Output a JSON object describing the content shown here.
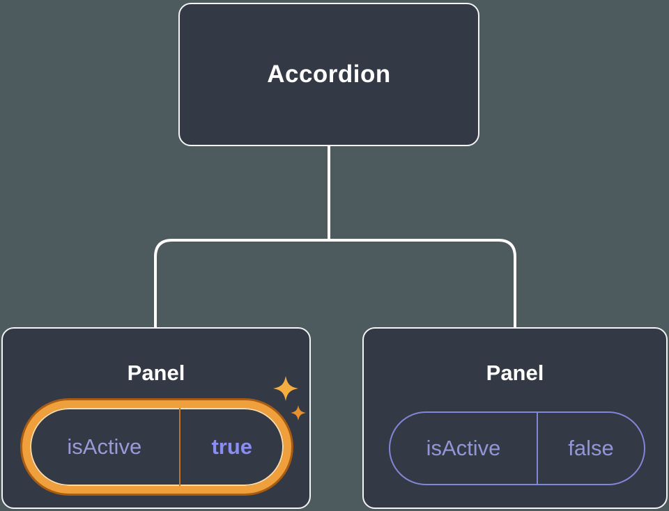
{
  "diagram": {
    "kind": "component-tree",
    "root": {
      "label": "Accordion"
    },
    "panels": [
      {
        "label": "Panel",
        "prop_name": "isActive",
        "prop_value": "true",
        "state": "active",
        "highlighted": true
      },
      {
        "label": "Panel",
        "prop_name": "isActive",
        "prop_value": "false",
        "state": "inactive",
        "highlighted": false
      }
    ]
  },
  "icons": {
    "sparkle_large": "four-point-star",
    "sparkle_small": "four-point-star"
  },
  "colors": {
    "background": "#4e5b5e",
    "node_fill": "#343a45",
    "node_border": "#f2f4f6",
    "connector": "#ffffff",
    "label_text": "#ffffff",
    "prop_name_text": "#9296d6",
    "active_value_text": "#8a8df2",
    "highlight_ring": "#efa03c",
    "highlight_ring_dark": "#a85c12",
    "highlight_ring_light": "#ffdba6",
    "highlight_divider": "#c0762a",
    "inactive_pill_border": "#8286d8",
    "sparkle": "#f2a33b"
  }
}
